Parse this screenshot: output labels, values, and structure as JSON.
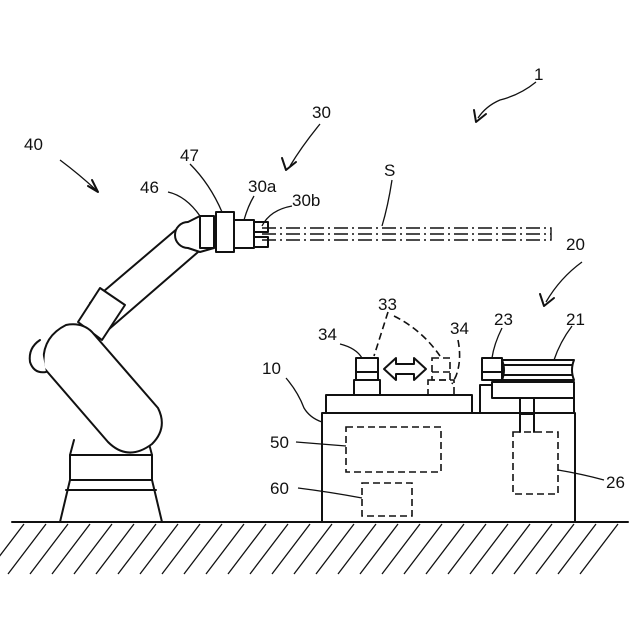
{
  "labels": {
    "system": "1",
    "base": "10",
    "station": "20",
    "table": "21",
    "clamp": "23",
    "drive": "26",
    "gripper": "30",
    "gripper_a": "30a",
    "gripper_b": "30b",
    "chucks": "33",
    "chuck_left": "34",
    "chuck_right": "34",
    "robot": "40",
    "joint": "46",
    "flange": "47",
    "controller": "50",
    "unit": "60",
    "workpiece": "S"
  }
}
